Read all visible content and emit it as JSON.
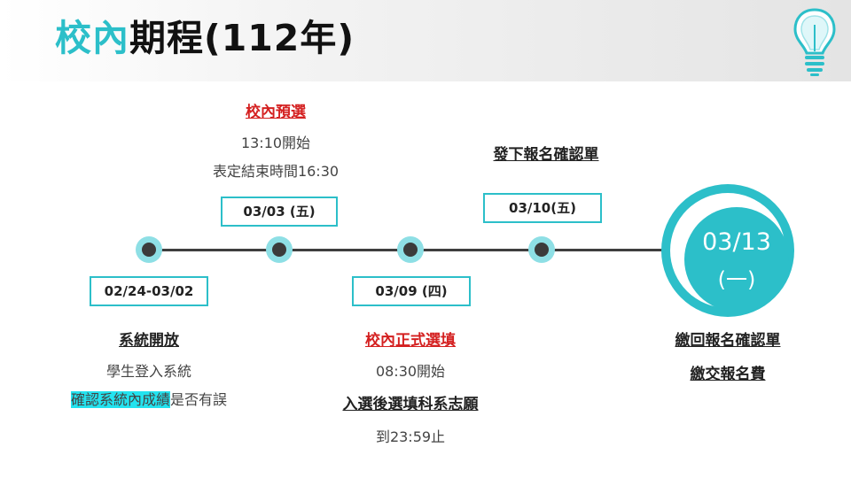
{
  "header": {
    "title_accent": "校內",
    "title_rest": "期程(112年)"
  },
  "events": {
    "e1": {
      "date": "02/24-03/02",
      "title": "系統開放",
      "line1": "學生登入系統",
      "line2_highlight": "確認系統內成績",
      "line2_rest": "是否有誤"
    },
    "e2": {
      "date": "03/03 (五)",
      "title": "校內預選",
      "line1": "13:10開始",
      "line2": "表定結束時間16:30"
    },
    "e3": {
      "date": "03/09 (四)",
      "title": "校內正式選填",
      "line1": "08:30開始",
      "line2": "入選後選填科系志願",
      "line3": "到23:59止"
    },
    "e4": {
      "date": "03/10(五)",
      "title": "發下報名確認單"
    },
    "e5": {
      "date_line1": "03/13",
      "date_line2": "(一)",
      "title1": "繳回報名確認單",
      "title2": "繳交報名費"
    }
  },
  "colors": {
    "accent": "#2cbfc9",
    "dot_halo": "#8edfe5",
    "red": "#d42020",
    "highlight": "#23e3ef"
  },
  "icons": {
    "logo": "lightbulb-icon"
  }
}
